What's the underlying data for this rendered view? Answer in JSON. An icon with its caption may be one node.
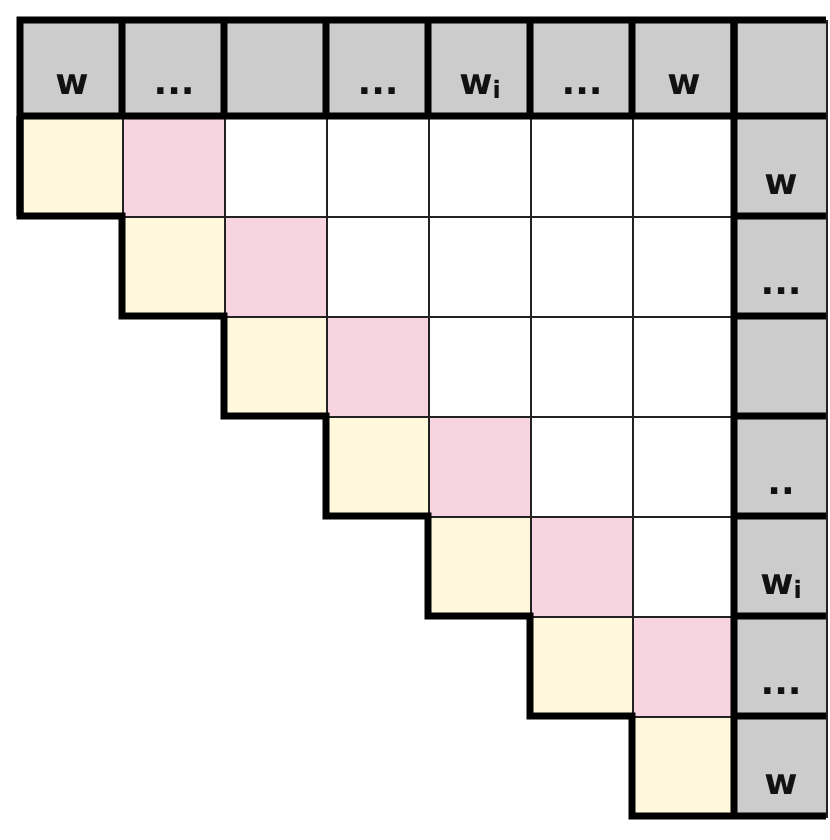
{
  "diagram": {
    "labels": [
      "w",
      "...",
      "...",
      "w$_{i}$",
      "...",
      "w",
      "w",
      "...",
      "..",
      "w$_{i}$",
      "...",
      "w"
    ]
  }
}
